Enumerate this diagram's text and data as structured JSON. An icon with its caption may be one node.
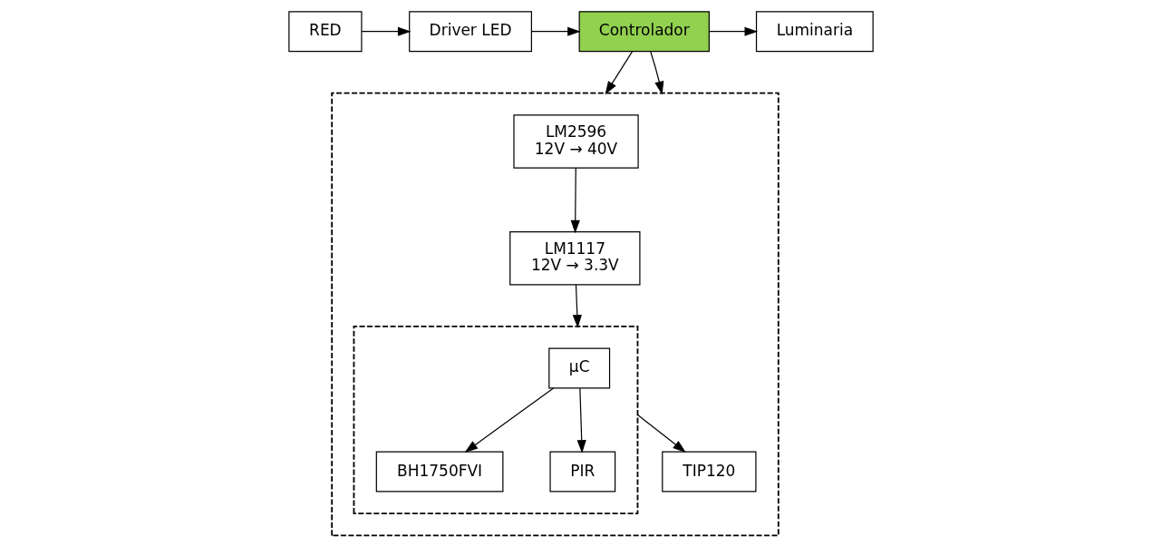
{
  "diagram": {
    "nodes": [
      {
        "text": [
          "RED"
        ]
      },
      {
        "text": [
          "Driver LED"
        ]
      },
      {
        "text": [
          "Controlador"
        ]
      },
      {
        "text": [
          "Luminaria"
        ]
      },
      {
        "text": [],
        "shape": "box"
      },
      {
        "text": [
          "LM2596",
          "12V → 40V"
        ],
        "in": 4
      },
      {
        "text": [
          "LM1117",
          "12V → 3.3V"
        ],
        "in": 4
      },
      {
        "text": [],
        "shape": "box",
        "in": 4
      },
      {
        "text": [
          "μC"
        ],
        "in": 7
      },
      {
        "text": [
          "BH1750FVI"
        ],
        "in": 7
      },
      {
        "text": [
          "PIR"
        ],
        "in": 7
      },
      {
        "text": [
          "TIP120"
        ],
        "in": 4
      }
    ],
    "edges": [
      {
        "from": 0,
        "to": 1,
        "arrow": "to"
      },
      {
        "from": 1,
        "to": 2,
        "arrow": "to"
      },
      {
        "from": 2,
        "to": 3,
        "arrow": "to"
      },
      {
        "from": 2,
        "to": 4,
        "arrow": "to"
      },
      {
        "from": 2,
        "to": 4,
        "arrow": "to"
      },
      {
        "from": 5,
        "to": 6,
        "arrow": "to"
      },
      {
        "from": 6,
        "to": 7,
        "arrow": "to"
      },
      {
        "from": 7,
        "to": 11,
        "arrow": "to"
      },
      {
        "from": 8,
        "to": 9,
        "arrow": "to"
      },
      {
        "from": 8,
        "to": 10,
        "arrow": "to"
      }
    ]
  }
}
